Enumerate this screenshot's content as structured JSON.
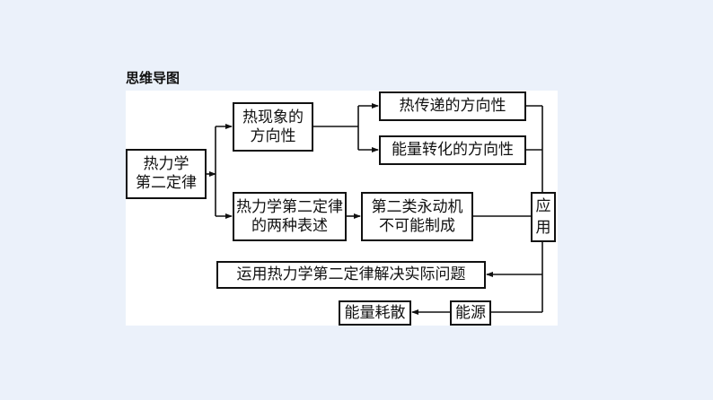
{
  "title": "思维导图",
  "colors": {
    "background": "#ebf1fa",
    "panel": "#ffffff",
    "line": "#111111"
  },
  "nodes": {
    "root": "热力学\n第二定律",
    "direction": "热现象的\n方向性",
    "heat_transfer": "热传递的方向性",
    "energy_conversion": "能量转化的方向性",
    "two_statements": "热力学第二定律\n的两种表述",
    "perpetual_motion": "第二类永动机\n不可能制成",
    "application": "应\n用",
    "solve_problems": "运用热力学第二定律解决实际问题",
    "energy_dissipation": "能量耗散",
    "energy_source": "能源"
  },
  "edges": [
    {
      "from": "root",
      "to": "direction",
      "arrow": true
    },
    {
      "from": "root",
      "to": "two_statements",
      "arrow": true
    },
    {
      "from": "direction",
      "to": "heat_transfer",
      "arrow": true
    },
    {
      "from": "direction",
      "to": "energy_conversion",
      "arrow": true
    },
    {
      "from": "two_statements",
      "to": "perpetual_motion",
      "arrow": true
    },
    {
      "from": "heat_transfer",
      "to": "application",
      "arrow": false
    },
    {
      "from": "energy_conversion",
      "to": "application",
      "arrow": false
    },
    {
      "from": "perpetual_motion",
      "to": "application",
      "arrow": false
    },
    {
      "from": "application",
      "to": "solve_problems",
      "arrow": true
    },
    {
      "from": "application",
      "to": "energy_source",
      "arrow": false
    },
    {
      "from": "energy_source",
      "to": "energy_dissipation",
      "arrow": true
    }
  ]
}
